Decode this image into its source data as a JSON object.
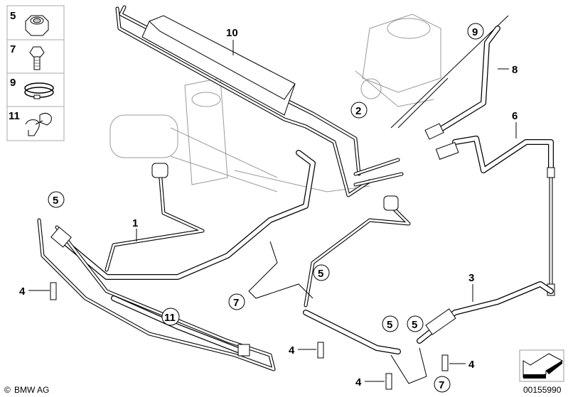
{
  "legend": [
    {
      "label": "5",
      "icon": "hex-nut-icon"
    },
    {
      "label": "7",
      "icon": "hex-bolt-icon"
    },
    {
      "label": "9",
      "icon": "hose-clamp-icon"
    },
    {
      "label": "11",
      "icon": "pipe-clip-icon"
    }
  ],
  "callouts": {
    "c10": "10",
    "c9": "9",
    "c8": "8",
    "c2": "2",
    "c6": "6",
    "c1": "1",
    "c5a": "5",
    "c4a": "4",
    "c11": "11",
    "c7a": "7",
    "c5b": "5",
    "c3": "3",
    "c5c": "5",
    "c5d": "5",
    "c4b": "4",
    "c4c": "4",
    "c4d": "4",
    "c7b": "7"
  },
  "footer": {
    "brand": "BMW AG",
    "copyright_symbol": "©",
    "diagram_number": "00155990"
  }
}
